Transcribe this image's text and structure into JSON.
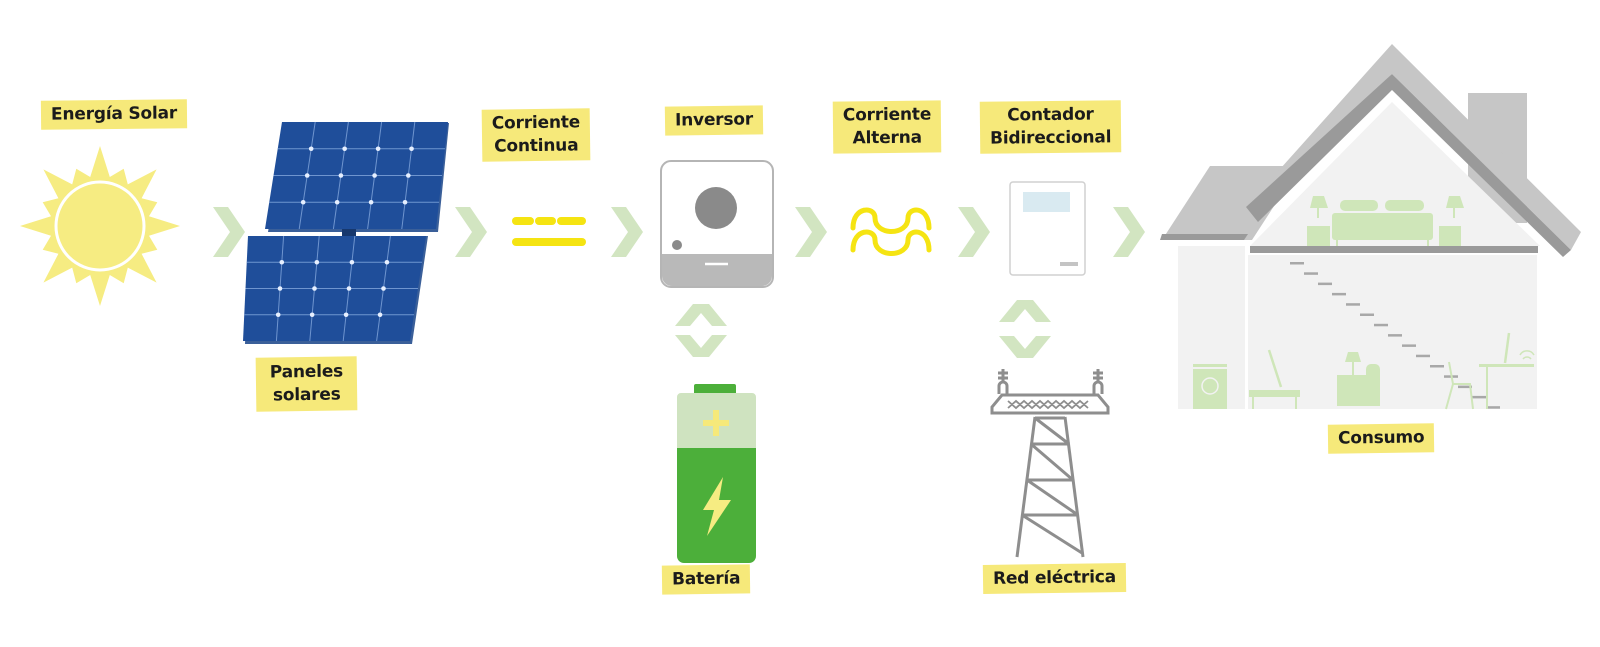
{
  "diagram": {
    "title": "Sistema de autoconsumo solar",
    "colors": {
      "label_bg": "#f6e97a",
      "label_text": "#1b1b1b",
      "arrow": "#d2e5c1",
      "sun": "#f6ec82",
      "panel": "#1f4e9a",
      "current_yellow": "#f5e412",
      "device_gray": "#b9b9b9",
      "battery_green": "#4caf3a",
      "battery_light": "#cfe3c0",
      "house_gray": "#c6c6c6",
      "house_dark": "#9a9a9a",
      "furniture_green": "#cfe6b9"
    },
    "nodes": [
      {
        "id": "solar",
        "icon": "sun-icon",
        "label_lines": [
          "Energía Solar"
        ]
      },
      {
        "id": "panels",
        "icon": "solar-panel-icon",
        "label_lines": [
          "Paneles",
          "solares"
        ]
      },
      {
        "id": "dc",
        "icon": "direct-current-icon",
        "label_lines": [
          "Corriente",
          "Continua"
        ]
      },
      {
        "id": "inverter",
        "icon": "inverter-icon",
        "label_lines": [
          "Inversor"
        ]
      },
      {
        "id": "ac",
        "icon": "alternating-current-icon",
        "label_lines": [
          "Corriente",
          "Alterna"
        ]
      },
      {
        "id": "meter",
        "icon": "bidirectional-meter-icon",
        "label_lines": [
          "Contador",
          "Bidireccional"
        ]
      },
      {
        "id": "house",
        "icon": "house-icon",
        "label_lines": [
          "Consumo"
        ]
      },
      {
        "id": "battery",
        "icon": "battery-icon",
        "label_lines": [
          "Batería"
        ]
      },
      {
        "id": "grid",
        "icon": "power-tower-icon",
        "label_lines": [
          "Red eléctrica"
        ]
      }
    ],
    "flows": [
      {
        "from": "solar",
        "to": "panels",
        "type": "one-way"
      },
      {
        "from": "panels",
        "to": "dc",
        "type": "one-way"
      },
      {
        "from": "dc",
        "to": "inverter",
        "type": "one-way"
      },
      {
        "from": "inverter",
        "to": "ac",
        "type": "one-way"
      },
      {
        "from": "ac",
        "to": "meter",
        "type": "one-way"
      },
      {
        "from": "meter",
        "to": "house",
        "type": "one-way"
      },
      {
        "from": "inverter",
        "to": "battery",
        "type": "two-way"
      },
      {
        "from": "meter",
        "to": "grid",
        "type": "two-way"
      }
    ]
  }
}
